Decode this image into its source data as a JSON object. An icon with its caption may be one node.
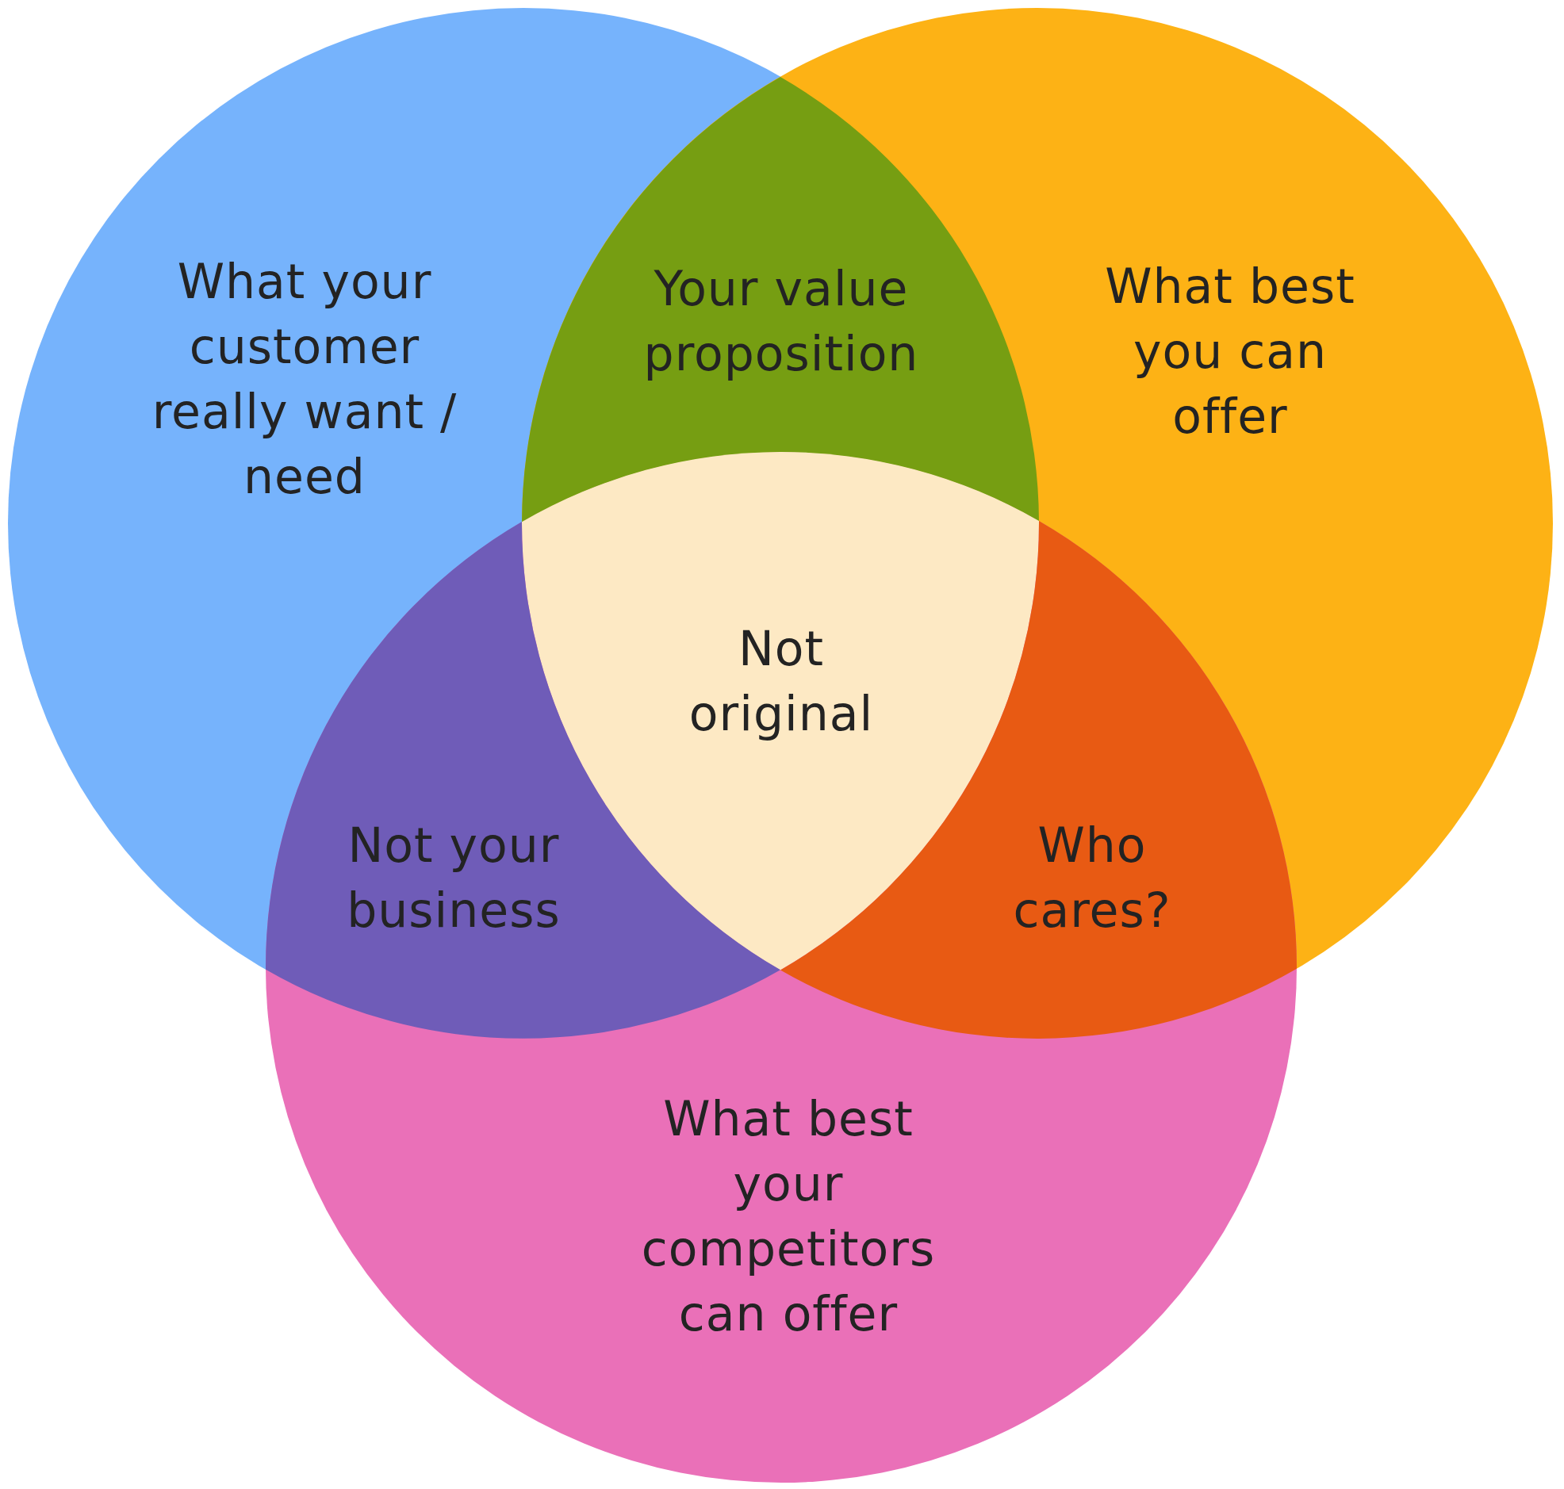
{
  "diagram": {
    "nodes": [
      {
        "text": [
          "What your customer really want / need"
        ]
      },
      {
        "text": [
          "Your value proposition"
        ]
      },
      {
        "text": [
          "What best you can offer"
        ]
      },
      {
        "text": [
          "Not original"
        ]
      },
      {
        "text": [
          "Not your business"
        ]
      },
      {
        "text": [
          "Who cares?"
        ]
      },
      {
        "text": [
          "What best your competitors can offer"
        ]
      }
    ]
  }
}
